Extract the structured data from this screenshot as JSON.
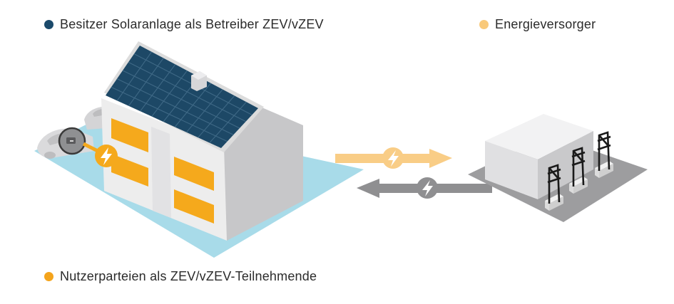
{
  "legend": {
    "owner": {
      "label": "Besitzer Solaranlage als Betreiber ZEV/vZEV",
      "color": "#1b4a6b"
    },
    "supplier": {
      "label": "Energieversorger",
      "color": "#f9c97a"
    },
    "users": {
      "label": "Nutzerparteien als ZEV/vZEV-Teilnehmende",
      "color": "#f4a41c"
    }
  },
  "icons": {
    "house_bolt": "lightning-bolt-icon",
    "export_bolt": "lightning-bolt-icon",
    "import_bolt": "lightning-bolt-icon",
    "wallbox": "wallbox-icon"
  },
  "colors": {
    "ground": "#a8dbe9",
    "roof": "#1d4866",
    "wall_front": "#ededed",
    "wall_side": "#c7c7c9",
    "window": "#f5a91c",
    "export_arrow": "#f9cd86",
    "import_arrow": "#8f8f91",
    "station_ground": "#9d9d9f"
  }
}
